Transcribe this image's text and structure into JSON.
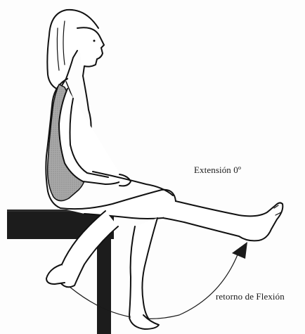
{
  "labels": {
    "extension": "Extensión 0º",
    "return_flexion": "retorno de Flexión"
  },
  "figure": {
    "subject": "seated-woman-knee-exercise",
    "shading_color": "#9a9a9a",
    "line_color": "#111111",
    "bench_color": "#1a1a1a"
  }
}
